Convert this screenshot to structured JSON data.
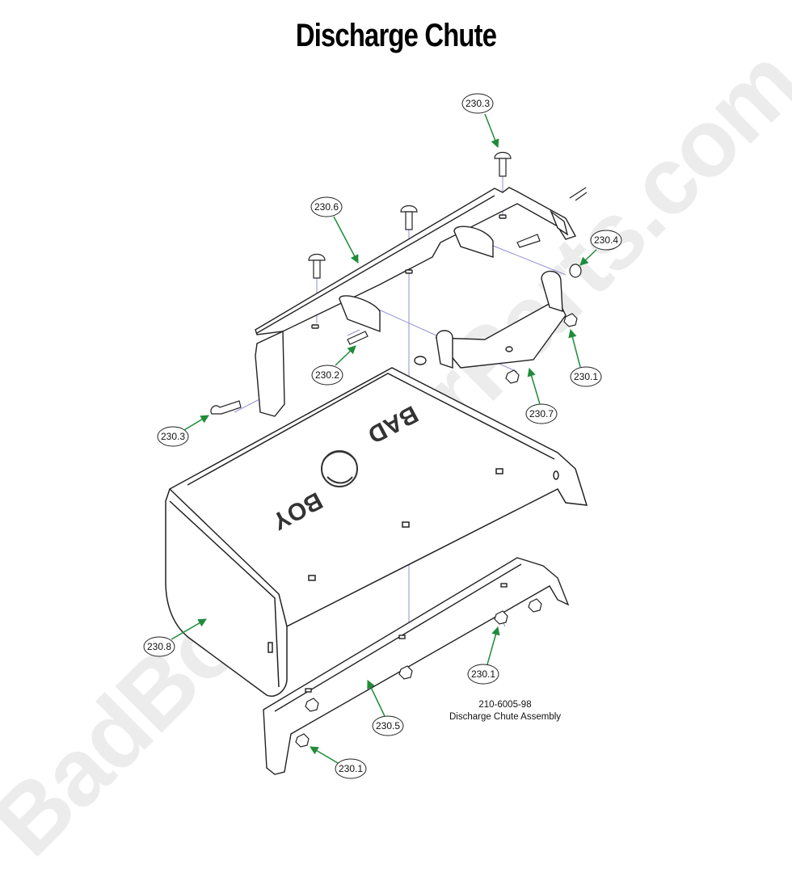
{
  "title": "Discharge Chute",
  "watermark": "BadBoyMowerParts.com",
  "caption": {
    "part_number": "210-6005-98",
    "description": "Discharge Chute Assembly"
  },
  "chute_logo": {
    "line1": "BAD",
    "line2": "BOY"
  },
  "callouts": [
    {
      "label": "230.3",
      "part": "carriage-bolt-top"
    },
    {
      "label": "230.6",
      "part": "upper-mount-bracket"
    },
    {
      "label": "230.4",
      "part": "washer"
    },
    {
      "label": "230.2",
      "part": "bolt"
    },
    {
      "label": "230.1",
      "part": "nut-upper"
    },
    {
      "label": "230.7",
      "part": "pivot-bracket"
    },
    {
      "label": "230.3",
      "part": "carriage-bolt-side"
    },
    {
      "label": "230.8",
      "part": "chute"
    },
    {
      "label": "230.1",
      "part": "nut-lower-right"
    },
    {
      "label": "230.5",
      "part": "lower-mount-bracket"
    },
    {
      "label": "230.1",
      "part": "nut-lower-left"
    }
  ],
  "colors": {
    "leader": "#1e8c3a",
    "assembly_line": "#8f8fd6",
    "outline": "#222222"
  }
}
